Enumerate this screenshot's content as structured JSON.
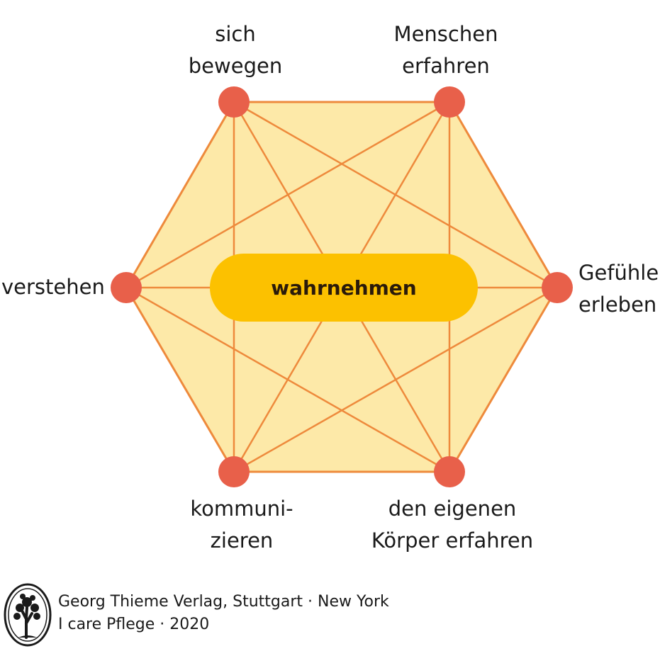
{
  "center": {
    "label": "wahrnehmen"
  },
  "nodes": [
    {
      "id": "sich-bewegen",
      "line1": "sich",
      "line2": "bewegen"
    },
    {
      "id": "menschen-erfahren",
      "line1": "Menschen",
      "line2": "erfahren"
    },
    {
      "id": "gefuehle-erleben",
      "line1": "Gefühle",
      "line2": "erleben"
    },
    {
      "id": "koerper-erfahren",
      "line1": "den eigenen",
      "line2": "Körper erfahren"
    },
    {
      "id": "kommunizieren",
      "line1": "kommuni-",
      "line2": "zieren"
    },
    {
      "id": "verstehen",
      "line1": "verstehen",
      "line2": ""
    }
  ],
  "footer": {
    "line1": "Georg Thieme Verlag, Stuttgart · New York",
    "line2": "I care Pflege · 2020"
  },
  "colors": {
    "hexagon_fill": "#fde9a8",
    "edge_stroke": "#ee8a3c",
    "node_fill": "#e8604a",
    "center_fill": "#fcc100"
  }
}
